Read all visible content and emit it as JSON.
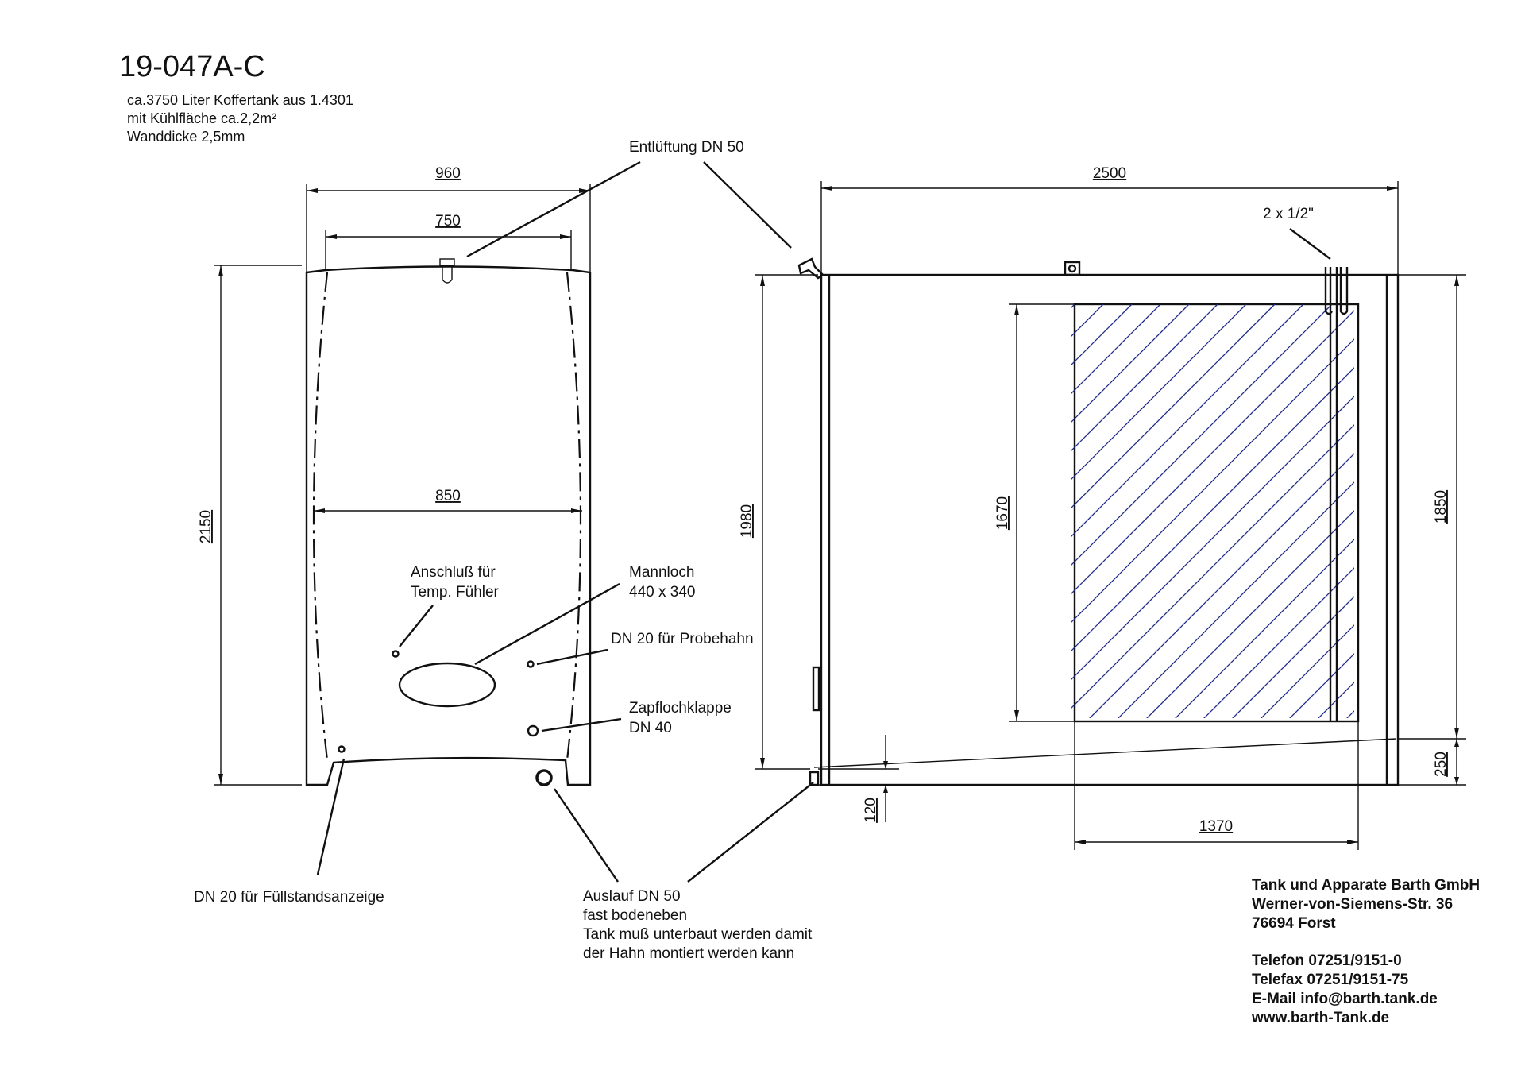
{
  "drawing": {
    "number": "19-047A-C",
    "description": [
      "ca.3750 Liter Koffertank aus 1.4301",
      "mit Kühlfläche ca.2,2m²",
      "Wanddicke 2,5mm"
    ]
  },
  "front_view": {
    "dims": {
      "width_outer": "960",
      "width_top": "750",
      "width_mid": "850",
      "height": "2150"
    }
  },
  "side_view": {
    "dims": {
      "length": "2500",
      "height_left": "1980",
      "cooling_height": "1670",
      "height_right": "1850",
      "bottom_offset": "250",
      "outlet_height": "120",
      "cooling_width": "1370"
    },
    "pipe_label": "2 x 1/2\""
  },
  "labels": {
    "vent": "Entlüftung DN 50",
    "temp_sensor": [
      "Anschluß für",
      "Temp. Fühler"
    ],
    "manhole": [
      "Mannloch",
      "440 x 340"
    ],
    "sample_valve": "DN 20 für Probehahn",
    "tap_flap": [
      "Zapflochklappe",
      "DN 40"
    ],
    "level_indicator": "DN 20 für Füllstandsanzeige",
    "outlet": [
      "Auslauf DN 50",
      "fast bodeneben",
      "Tank muß unterbaut werden damit",
      "der Hahn montiert werden kann"
    ]
  },
  "company": {
    "lines": [
      "Tank und Apparate Barth GmbH",
      "Werner-von-Siemens-Str. 36",
      "76694 Forst"
    ],
    "contact": [
      "Telefon 07251/9151-0",
      "Telefax 07251/9151-75",
      "E-Mail info@barth.tank.de",
      "www.barth-Tank.de"
    ]
  },
  "colors": {
    "lines": "#111111",
    "hatch": "#1f2a8a"
  }
}
